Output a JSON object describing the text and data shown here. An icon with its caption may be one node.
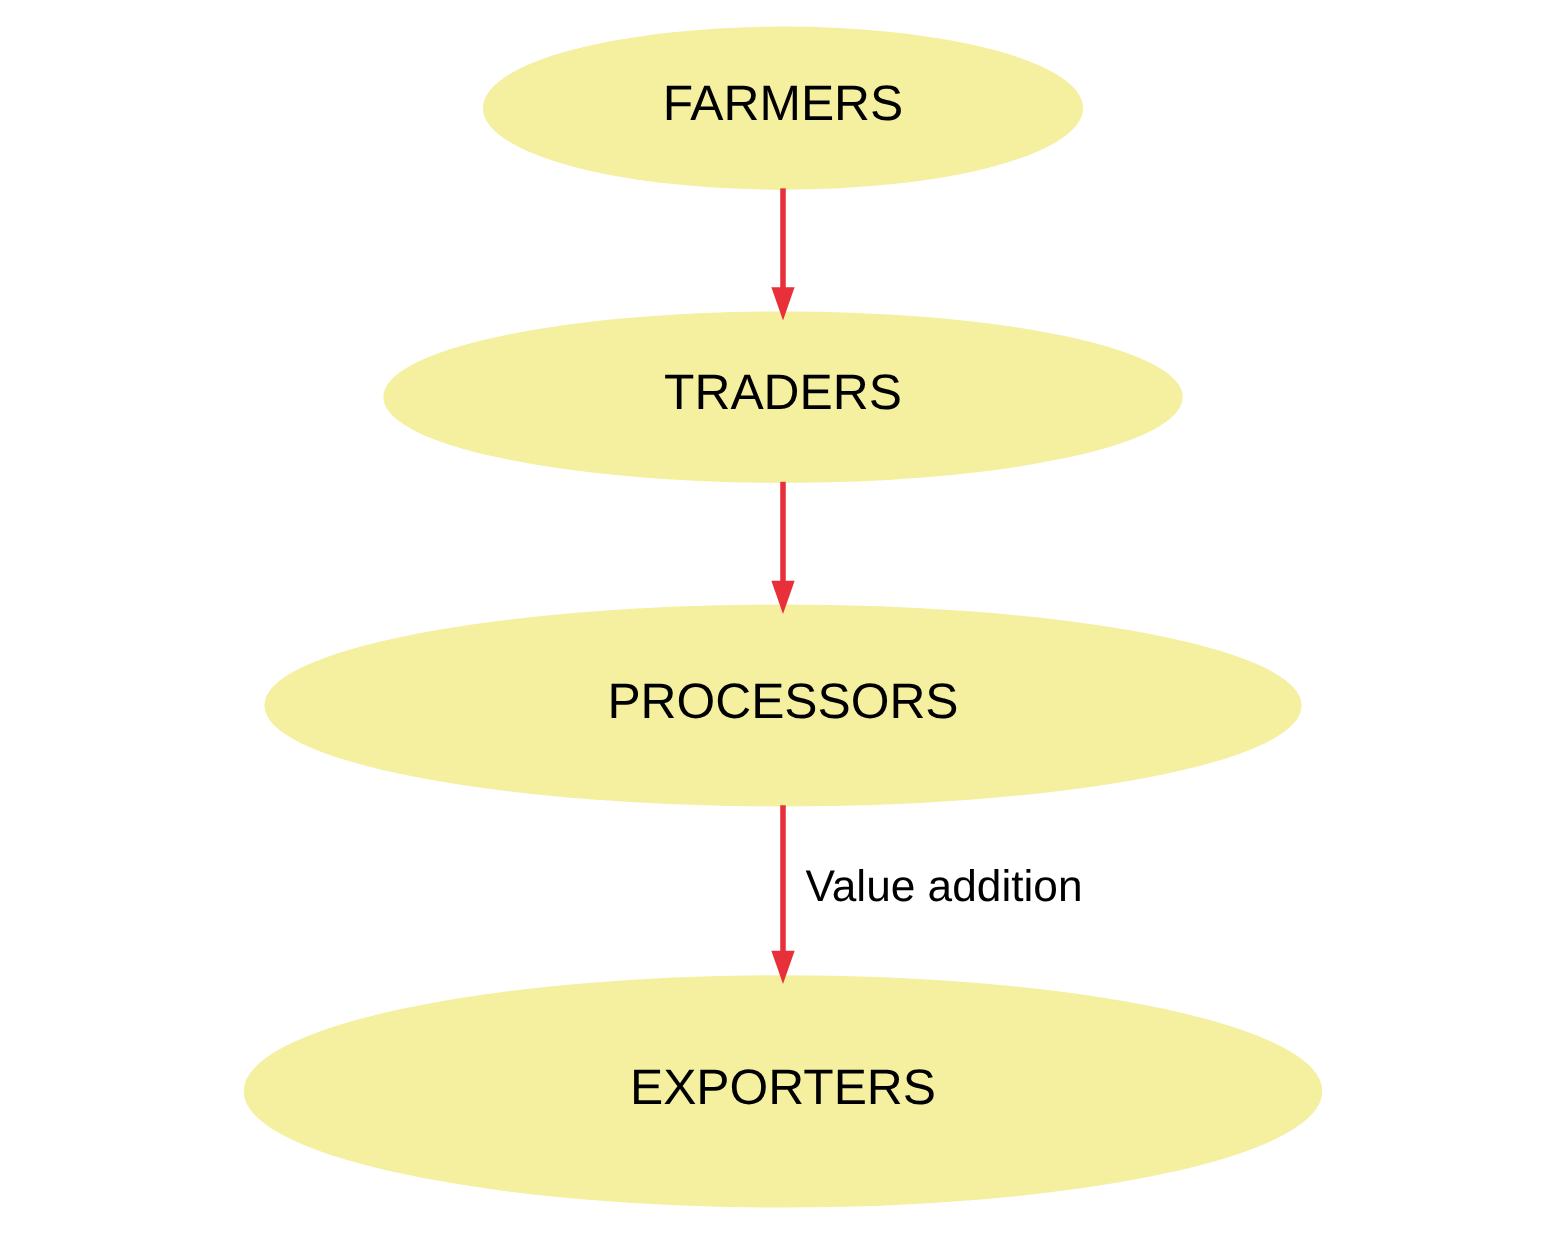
{
  "diagram": {
    "nodes": [
      {
        "text": [
          "FARMERS"
        ]
      },
      {
        "text": [
          "TRADERS"
        ]
      },
      {
        "text": [
          "PROCESSORS"
        ]
      },
      {
        "text": [
          "EXPORTERS"
        ]
      }
    ],
    "edges": [
      {
        "from": 0,
        "to": 1,
        "arrow": "to"
      },
      {
        "from": 1,
        "to": 2,
        "arrow": "to"
      },
      {
        "from": 2,
        "to": 3,
        "arrow": "to",
        "label": "Value addition"
      }
    ]
  }
}
